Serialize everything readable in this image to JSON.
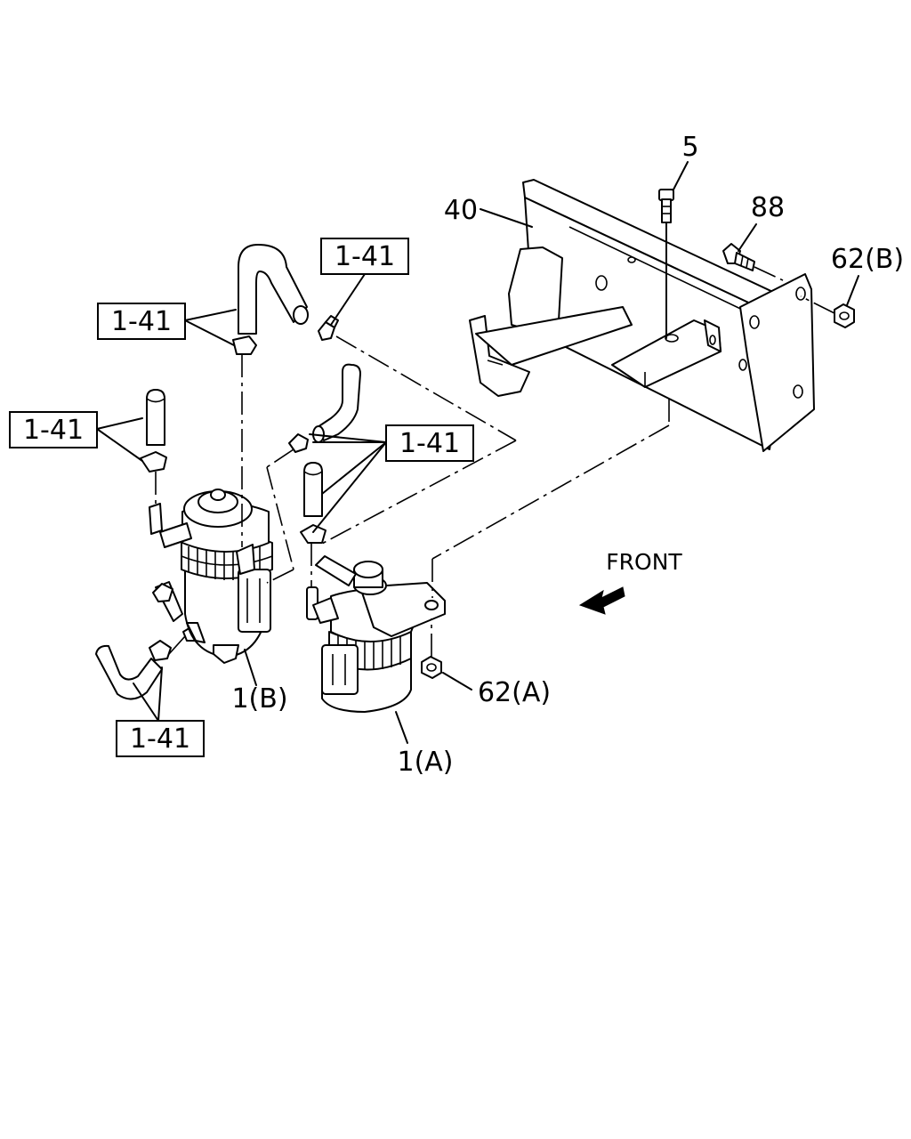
{
  "callouts": {
    "ref_upper_right": "1-41",
    "ref_upper_left": "1-41",
    "ref_mid_left": "1-41",
    "ref_mid_right": "1-41",
    "ref_bottom": "1-41"
  },
  "labels": {
    "bolt": "5",
    "bracket": "40",
    "bolt_side": "88",
    "nut_b": "62(B)",
    "nut_a": "62(A)",
    "filter_b": "1(B)",
    "filter_a": "1(A)",
    "front": "FRONT"
  },
  "icons": {
    "front_arrow": "front-arrow-icon"
  }
}
